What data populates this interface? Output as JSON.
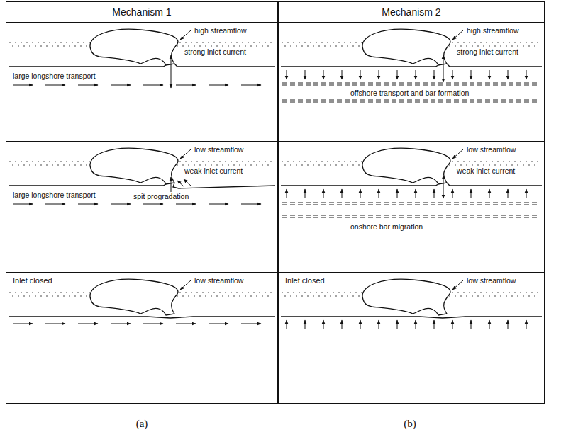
{
  "diagram": {
    "nodes": [
      {
        "text": [
          "Mechanism 1"
        ]
      },
      {
        "text": [
          "Mechanism 2"
        ]
      },
      {
        "text": [
          "high streamflow",
          "strong inlet current",
          "large longshore transport"
        ]
      },
      {
        "text": [
          "low streamflow",
          "weak inlet current",
          "large longshore transport",
          "spit progradation"
        ]
      },
      {
        "text": [
          "Inlet closed",
          "low streamflow"
        ]
      },
      {
        "text": [
          "high streamflow",
          "strong inlet current",
          "offshore transport and bar formation"
        ]
      },
      {
        "text": [
          "low streamflow",
          "weak inlet current",
          "onshore bar migration"
        ]
      },
      {
        "text": [
          "Inlet closed",
          "low streamflow"
        ]
      }
    ],
    "labels": [
      "(a)",
      "(b)"
    ]
  }
}
